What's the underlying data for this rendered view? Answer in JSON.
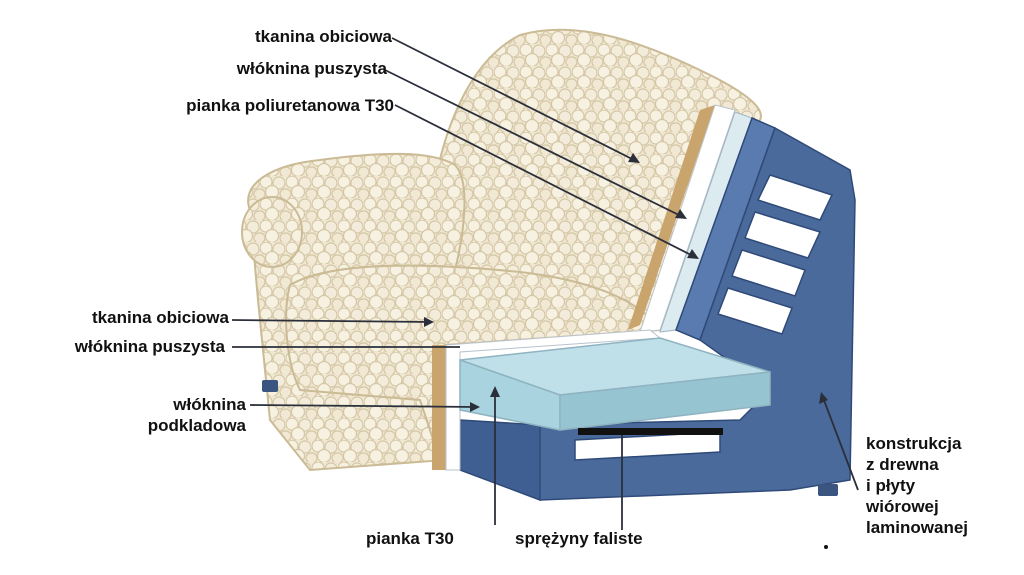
{
  "labels": {
    "back_fabric": "tkanina obiciowa",
    "back_fleece": "włóknina puszysta",
    "back_foam": "pianka poliuretanowa T30",
    "seat_fabric": "tkanina obiciowa",
    "seat_fleece": "włóknina puszysta",
    "underlay_line1": "włóknina",
    "underlay_line2": "podkladowa",
    "foam_t30": "pianka T30",
    "springs": "sprężyny faliste",
    "frame_line1": "konstrukcja",
    "frame_line2": "z drewna",
    "frame_line3": "i płyty",
    "frame_line4": "wiórowej",
    "frame_line5": "laminowanej"
  },
  "colors": {
    "upholstery": "#efe7d2",
    "upholstery_shadow": "#d9ccac",
    "fleece": "#ffffff",
    "foam": "#a9d3de",
    "frame": "#4a6a9c",
    "frame_dark": "#34507e",
    "underlay": "#c9a46c",
    "text": "#111111"
  }
}
